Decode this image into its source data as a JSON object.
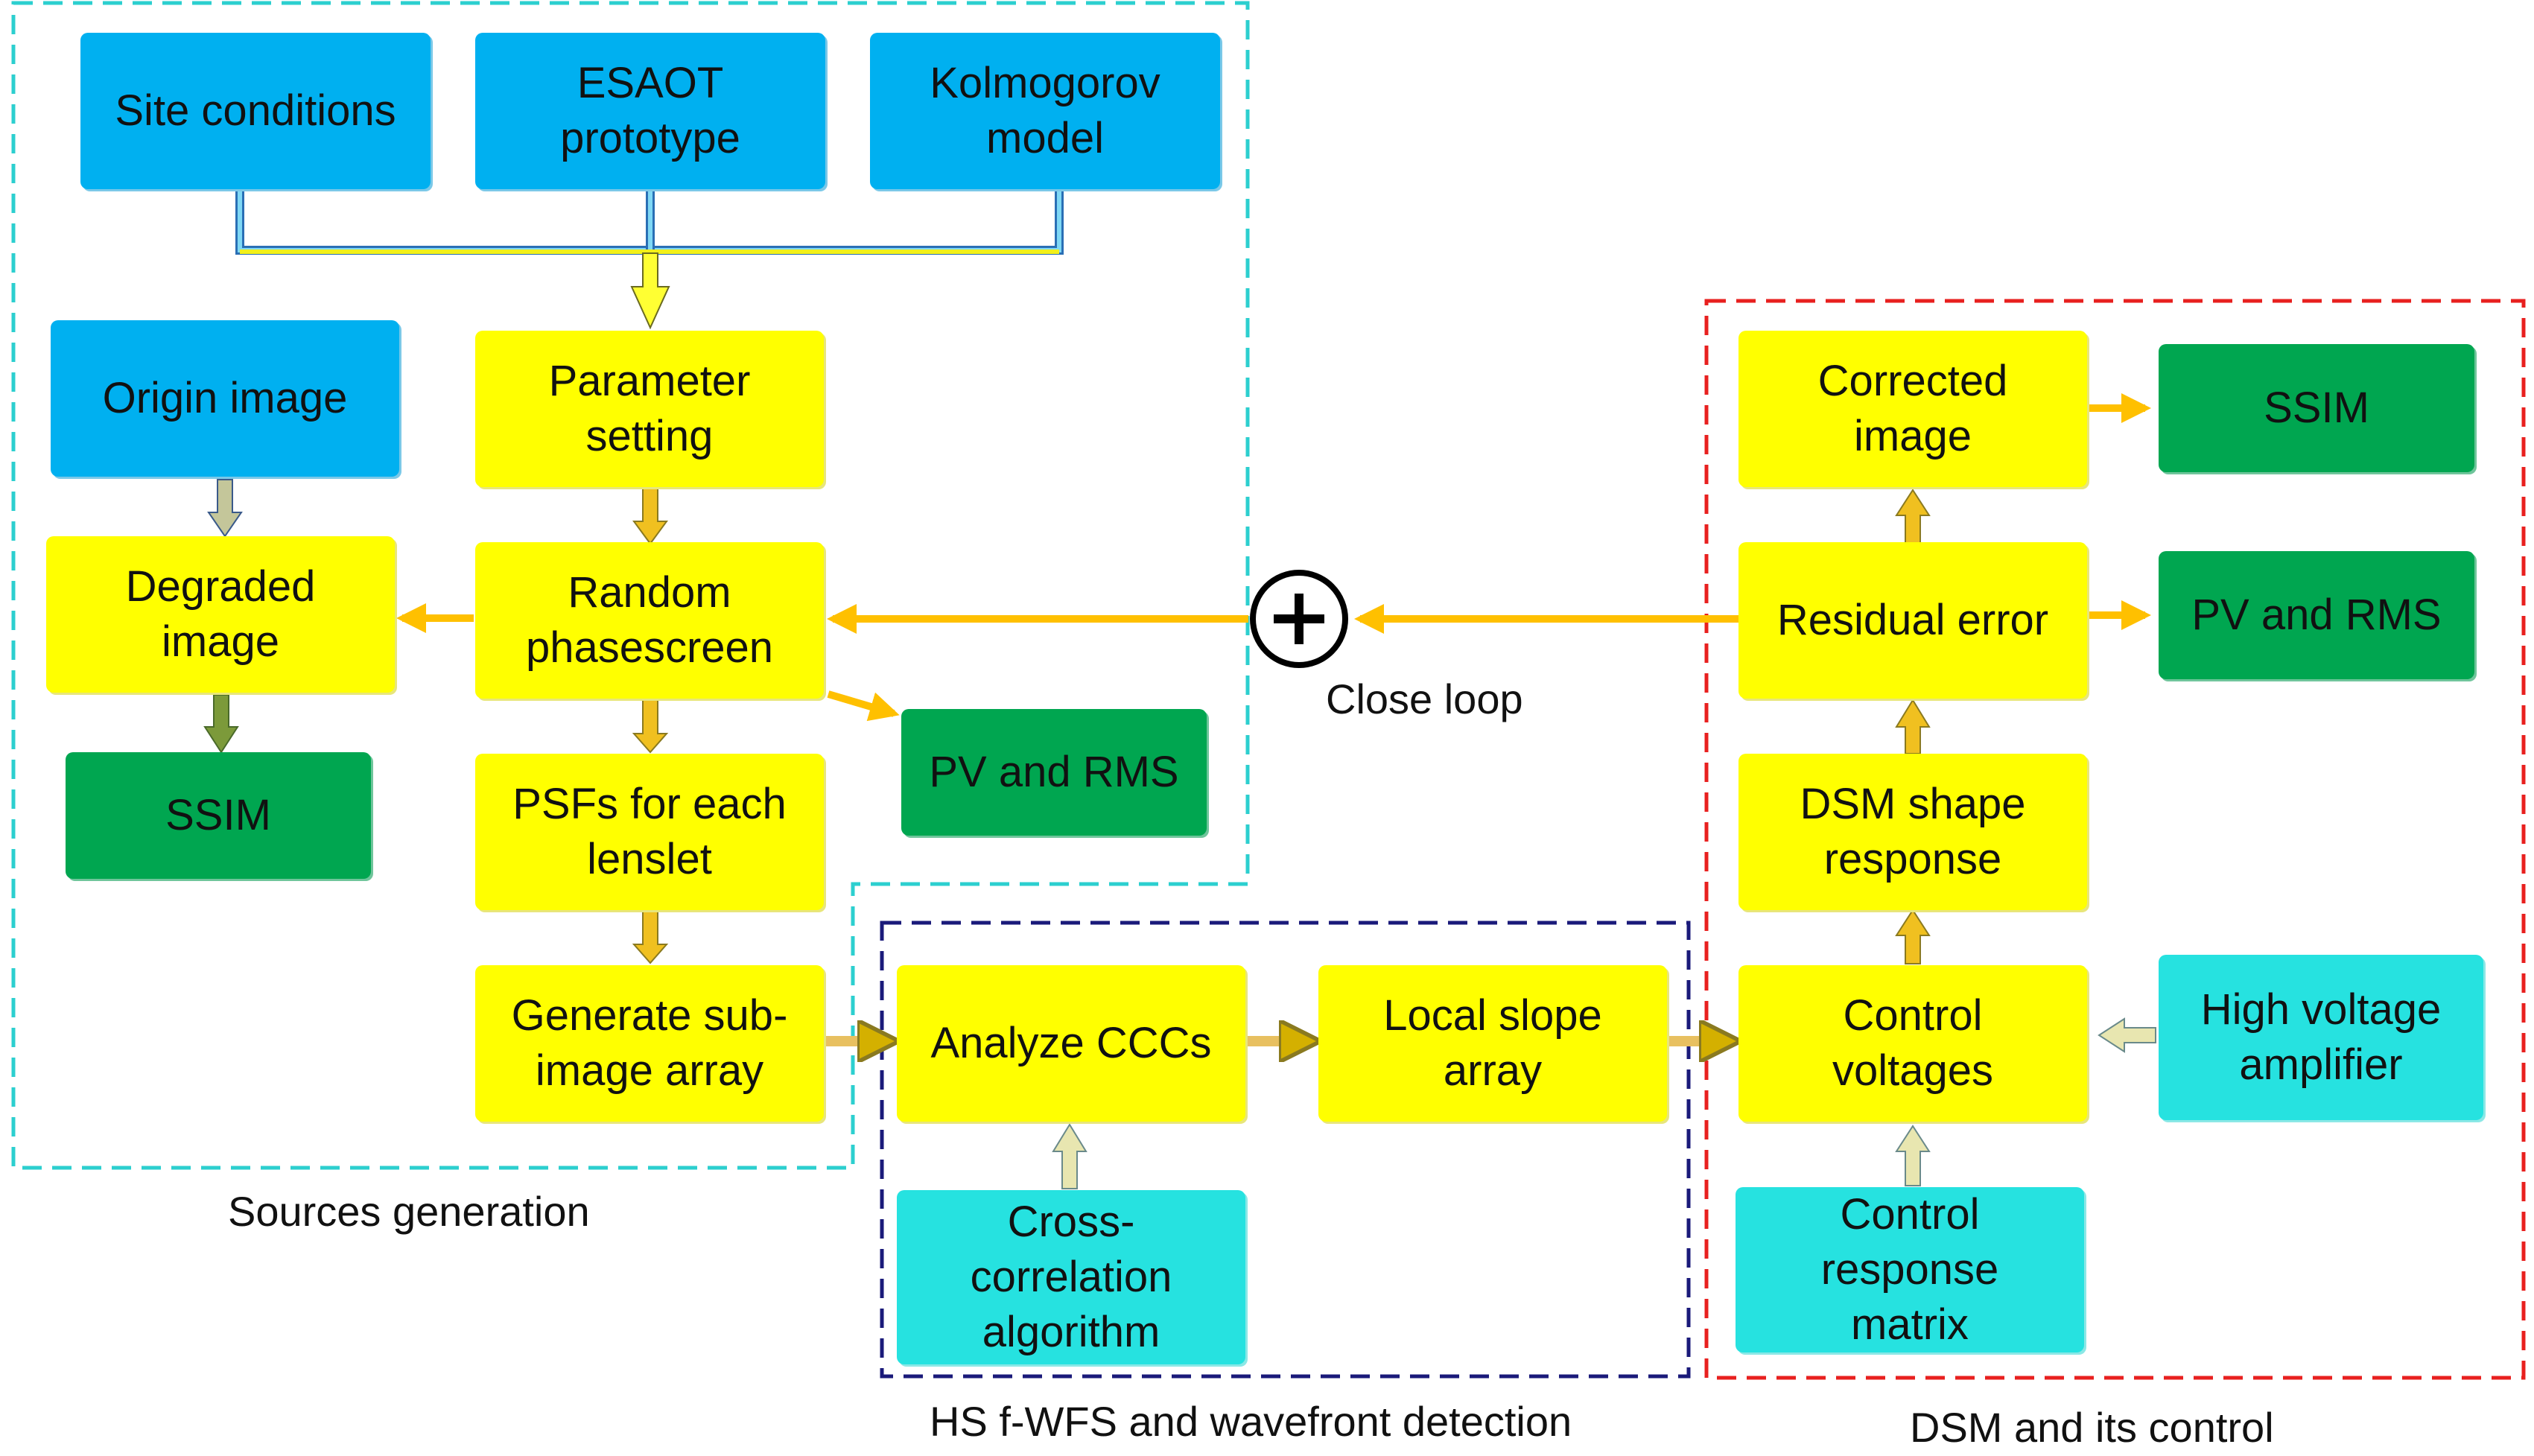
{
  "colors": {
    "blue": "#00b0f0",
    "yellow": "#ffff00",
    "green": "#00a650",
    "cyan": "#26e2e0",
    "arrow": "#ffc000",
    "region_sources": "#2ccfcf",
    "region_wfs": "#1a1a7a",
    "region_dsm": "#e8201f"
  },
  "regions": {
    "sources": "Sources generation",
    "wfs": "HS f-WFS and wavefront detection",
    "dsm": "DSM and its control"
  },
  "boxes": {
    "site_conditions": "Site conditions",
    "esaot": "ESAOT\nprototype",
    "kolmogorov": "Kolmogorov\nmodel",
    "origin_image": "Origin image",
    "parameter_setting": "Parameter\nsetting",
    "degraded_image": "Degraded\nimage",
    "random_phasescreen": "Random\nphasescreen",
    "ssim_left": "SSIM",
    "psfs": "PSFs for each\nlenslet",
    "pv_rms_left": "PV and RMS",
    "generate_subimage": "Generate sub-\nimage array",
    "analyze_cccs": "Analyze CCCs",
    "local_slope": "Local slope\narray",
    "cross_correlation": "Cross-\ncorrelation\nalgorithm",
    "corrected_image": "Corrected\nimage",
    "ssim_right": "SSIM",
    "residual_error": "Residual error",
    "pv_rms_right": "PV and RMS",
    "dsm_shape": "DSM shape\nresponse",
    "control_voltages": "Control\nvoltages",
    "high_voltage": "High voltage\namplifier",
    "control_response": "Control\nresponse\nmatrix"
  },
  "close_loop_label": "Close loop",
  "sum_icon": "plus-circle-icon"
}
